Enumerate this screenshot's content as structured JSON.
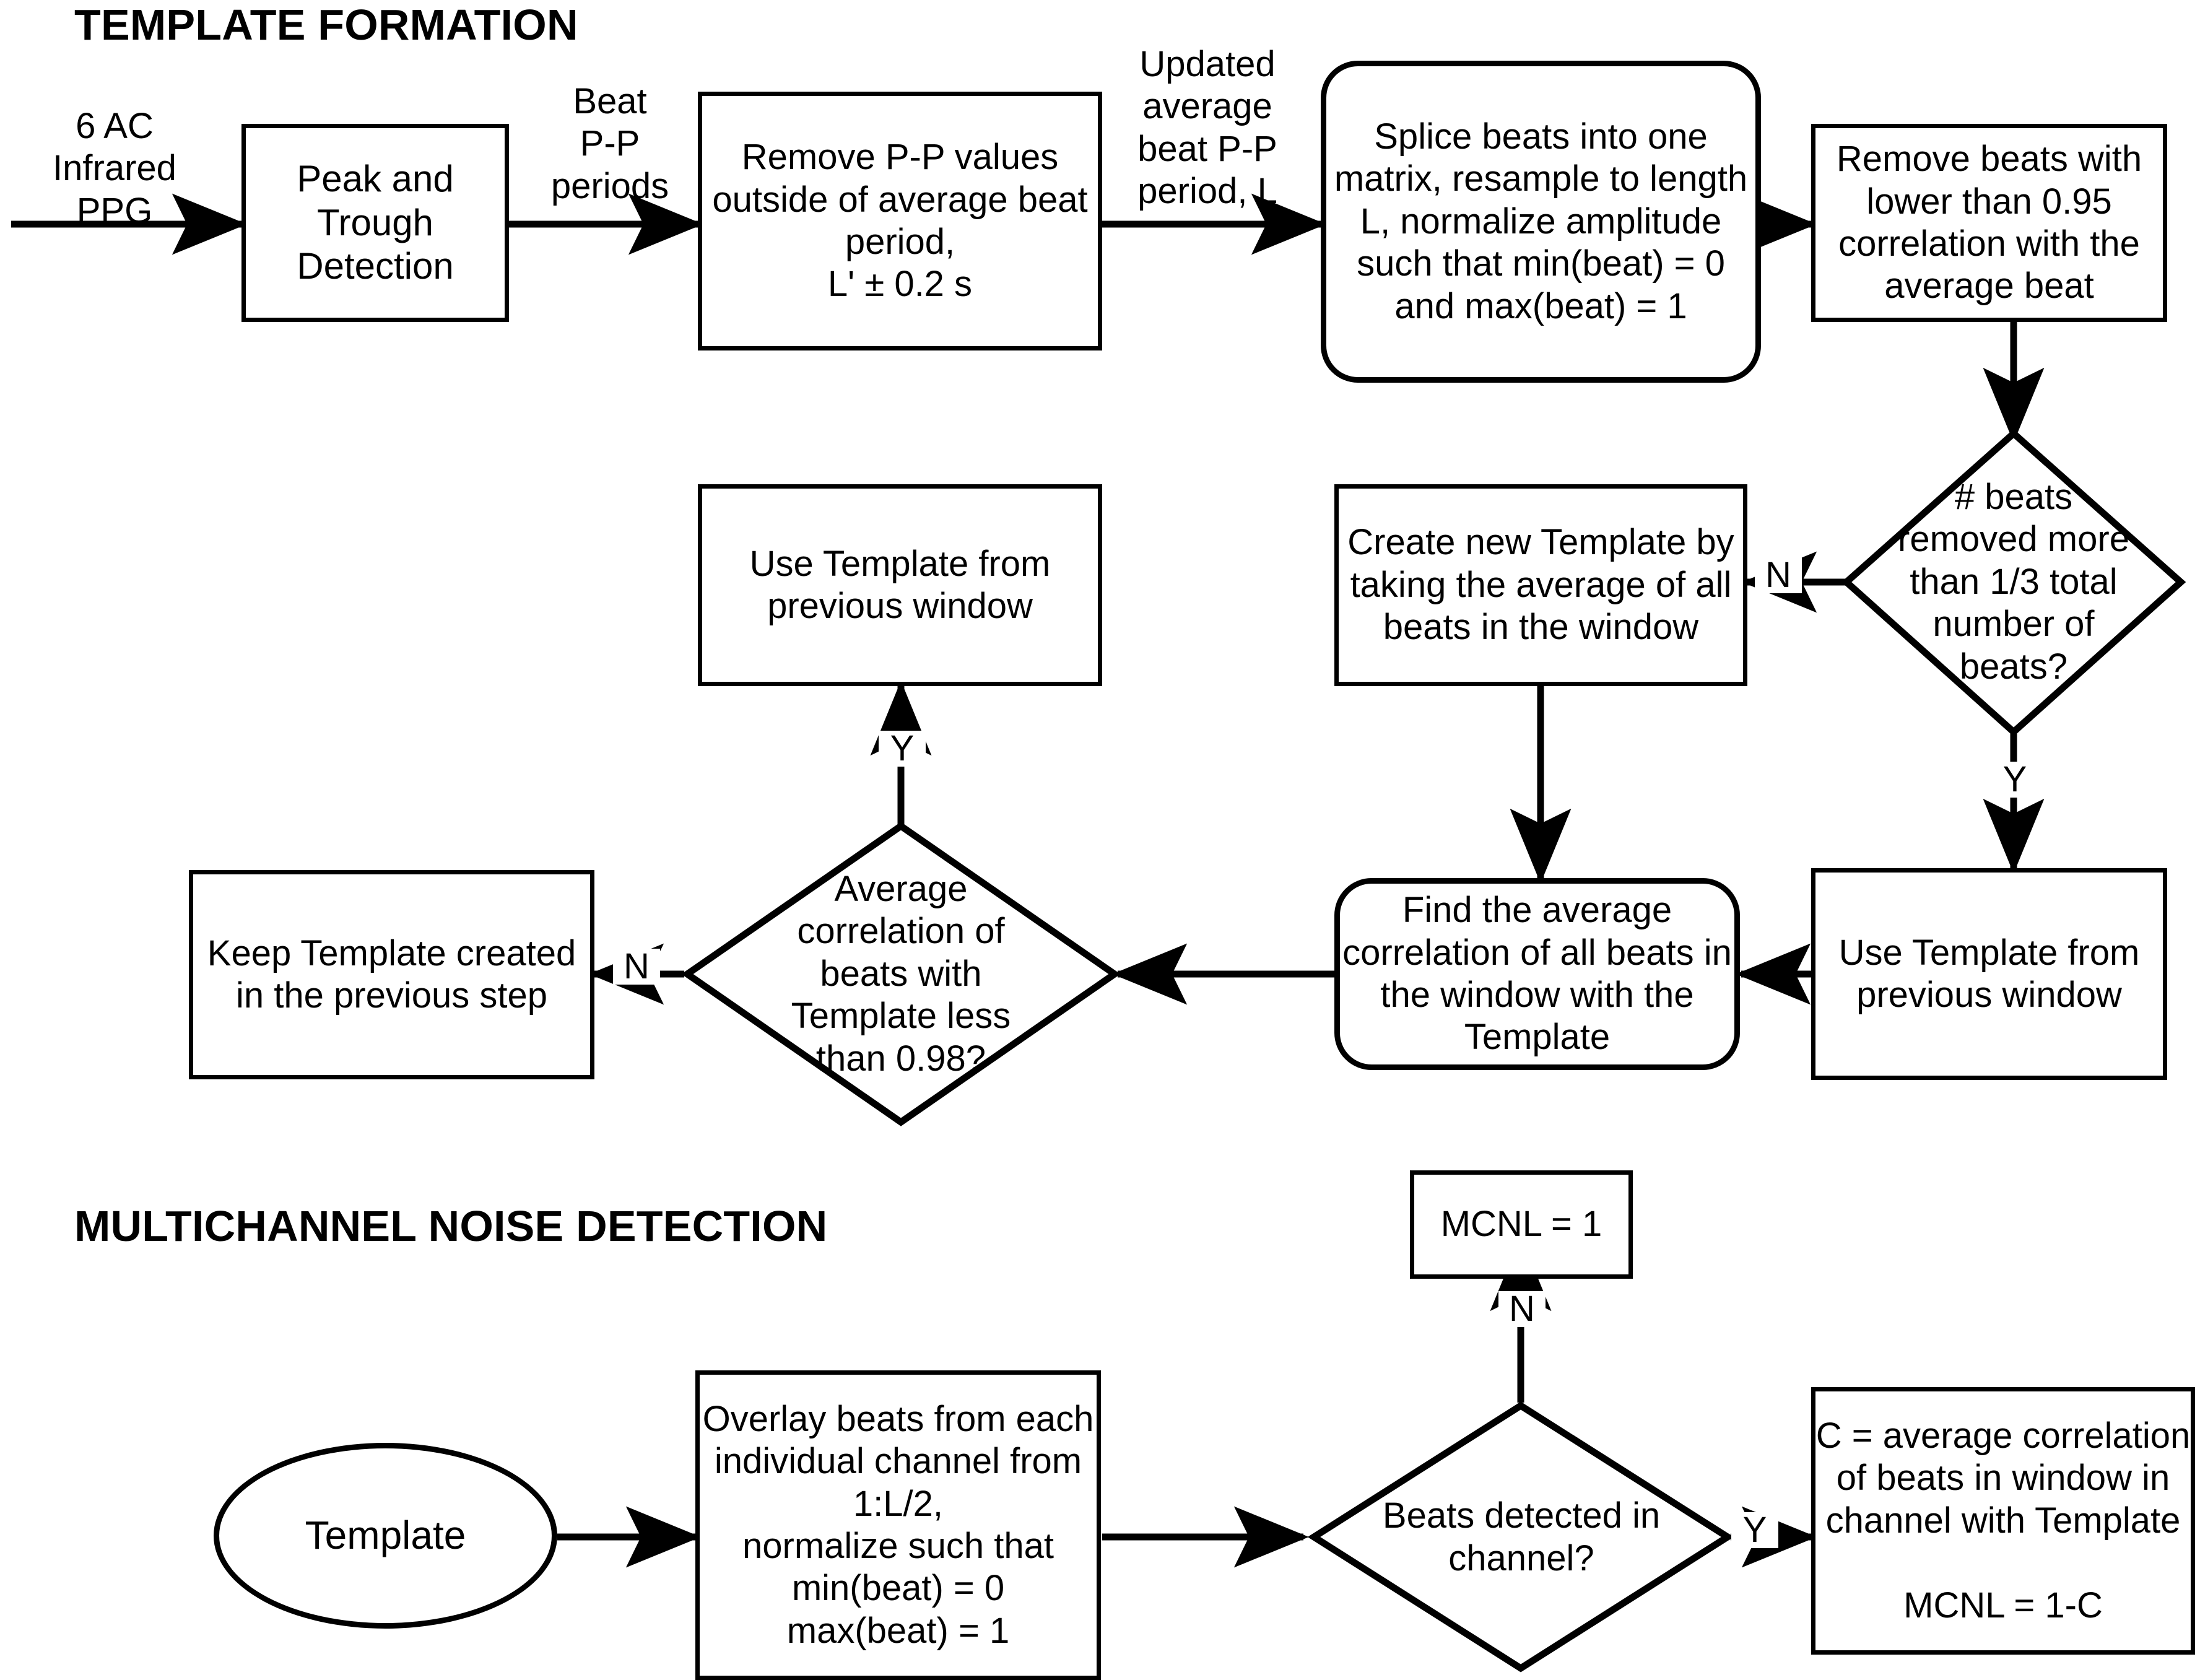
{
  "sections": {
    "template_formation_title": "TEMPLATE FORMATION",
    "multichannel_title": "MULTICHANNEL NOISE DETECTION"
  },
  "labels": {
    "input_signal": "6 AC Infrared\nPPG",
    "beat_pp_periods": "Beat\nP-P\nperiods",
    "updated_avg": "Updated\naverage\nbeat P-P\nperiod, L"
  },
  "nodes": {
    "peak_trough": "Peak and\nTrough\nDetection",
    "remove_pp": "Remove P-P values\noutside of average beat\nperiod,\nL' ± 0.2 s",
    "splice": "Splice beats into one\nmatrix, resample to length\nL, normalize amplitude\nsuch that min(beat) = 0\nand max(beat) = 1",
    "remove_beats": "Remove beats with\nlower than 0.95\ncorrelation with the\naverage beat",
    "beats_removed_q": "# beats\nremoved more\nthan 1/3 total\nnumber of\nbeats?",
    "create_new_template": "Create new Template by\ntaking the average of all\nbeats in the window",
    "use_template_mid": "Use Template from\nprevious window",
    "use_template_right": "Use Template from\nprevious window",
    "avg_corr_q": "Average\ncorrelation of\nbeats with\nTemplate less\nthan 0.98?",
    "keep_template": "Keep Template created\nin the previous step",
    "find_avg_corr": "Find the average\ncorrelation of all beats in\nthe window with the\nTemplate",
    "template_start": "Template",
    "overlay_beats": "Overlay beats from each\nindividual channel from\n1:L/2,\nnormalize such that\nmin(beat) = 0\nmax(beat) = 1",
    "beats_detected_q": "Beats detected in\nchannel?",
    "mcnl_one": "MCNL = 1",
    "mcnl_calc": "C = average correlation\nof beats in window in\nchannel with Template\n\nMCNL = 1-C"
  },
  "edge_labels": {
    "removed_no": "N",
    "removed_yes": "Y",
    "corr_no": "N",
    "corr_yes": "Y",
    "detected_no": "N",
    "detected_yes": "Y"
  },
  "colors": {
    "stroke": "#000000",
    "fill": "#ffffff"
  }
}
